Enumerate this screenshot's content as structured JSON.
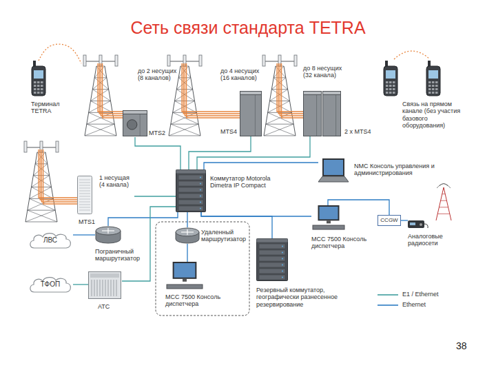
{
  "diagram": {
    "title": "Сеть связи стандарта TETRA",
    "nodes": [
      {
        "text": [
          "Терминал TETRA"
        ]
      },
      {
        "text": [
          "до 2 несущих (8 каналов)",
          "MTS2"
        ]
      },
      {
        "text": [
          "до 4 несущих (16 каналов)",
          "MTS4"
        ]
      },
      {
        "text": [
          "до 8 несущих (32 канала)",
          "2 x MTS4"
        ]
      },
      {
        "text": [
          "Связь на прямом канале (без участия базового оборудования)"
        ]
      },
      {
        "text": [
          "1 несущая (4 канала)",
          "MTS1"
        ]
      },
      {
        "text": [
          "Коммутатор Motorola Dimetra IP Compact"
        ]
      },
      {
        "text": [
          "NMC Консоль управления и администрирования"
        ]
      },
      {
        "text": [
          "ЛВС"
        ]
      },
      {
        "text": [
          "Пограничный маршрутизатор"
        ]
      },
      {
        "text": [
          "Удаленный маршрутизатор"
        ]
      },
      {
        "text": [
          "MCC 7500 Консоль диспетчера"
        ]
      },
      {
        "text": [
          "CCGW"
        ]
      },
      {
        "text": [
          "Аналоговые радиосети"
        ]
      },
      {
        "text": [
          "ТФОП"
        ]
      },
      {
        "text": [
          "АТС"
        ]
      },
      {
        "text": [
          "MCC 7500 Консоль диспетчера"
        ]
      },
      {
        "text": [
          "Резервный коммутатор, географически разнесенное резервирование"
        ]
      }
    ],
    "edges": [
      {
        "from": 0,
        "to": 1,
        "arrow": "none"
      },
      {
        "from": 1,
        "to": 6,
        "arrow": "none"
      },
      {
        "from": 2,
        "to": 6,
        "arrow": "none"
      },
      {
        "from": 3,
        "to": 6,
        "arrow": "none"
      },
      {
        "from": 5,
        "to": 6,
        "arrow": "none"
      },
      {
        "from": 6,
        "to": 7,
        "arrow": "none"
      },
      {
        "from": 8,
        "to": 9,
        "arrow": "none"
      },
      {
        "from": 9,
        "to": 6,
        "arrow": "none"
      },
      {
        "from": 6,
        "to": 10,
        "arrow": "none"
      },
      {
        "from": 10,
        "to": 16,
        "arrow": "none"
      },
      {
        "from": 6,
        "to": 17,
        "arrow": "none"
      },
      {
        "from": 6,
        "to": 11,
        "arrow": "none"
      },
      {
        "from": 11,
        "to": 12,
        "arrow": "none"
      },
      {
        "from": 12,
        "to": 13,
        "arrow": "none"
      },
      {
        "from": 14,
        "to": 15,
        "arrow": "none"
      },
      {
        "from": 15,
        "to": 6,
        "arrow": "none"
      }
    ],
    "labels": [
      "38"
    ],
    "legend": [
      {
        "text": "E1 / Ethernet"
      },
      {
        "text": "Ethernet"
      }
    ]
  }
}
